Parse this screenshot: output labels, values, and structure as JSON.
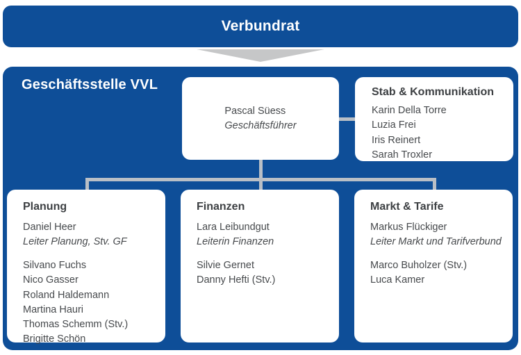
{
  "banner": {
    "label": "Verbundrat"
  },
  "org": {
    "title": "Geschäftsstelle VVL",
    "director": {
      "name": "Pascal Süess",
      "role": "Geschäftsführer"
    },
    "staff": {
      "title": "Stab & Kommunikation",
      "members": [
        "Karin Della Torre",
        "Luzia Frei",
        "Iris Reinert",
        "Sarah Troxler"
      ]
    },
    "departments": [
      {
        "title": "Planung",
        "head": "Daniel Heer",
        "head_role": "Leiter Planung, Stv. GF",
        "members": [
          "Silvano Fuchs",
          "Nico Gasser",
          "Roland Haldemann",
          "Martina Hauri",
          "Thomas Schemm (Stv.)",
          "Brigitte Schön"
        ]
      },
      {
        "title": "Finanzen",
        "head": "Lara Leibundgut",
        "head_role": "Leiterin Finanzen",
        "members": [
          "Silvie Gernet",
          "Danny Hefti (Stv.)"
        ]
      },
      {
        "title": "Markt & Tarife",
        "head": "Markus Flückiger",
        "head_role": "Leiter Markt und Tarifverbund",
        "members": [
          "Marco Buholzer (Stv.)",
          "Luca Kamer"
        ]
      }
    ]
  },
  "colors": {
    "brand_blue": "#0e4e98",
    "card_white": "#ffffff",
    "connector_gray": "#b9bfc6",
    "arrow_gray": "#c6c7c8",
    "heading_text": "#3d4043",
    "body_text": "#46494c",
    "banner_text": "#ffffff"
  }
}
